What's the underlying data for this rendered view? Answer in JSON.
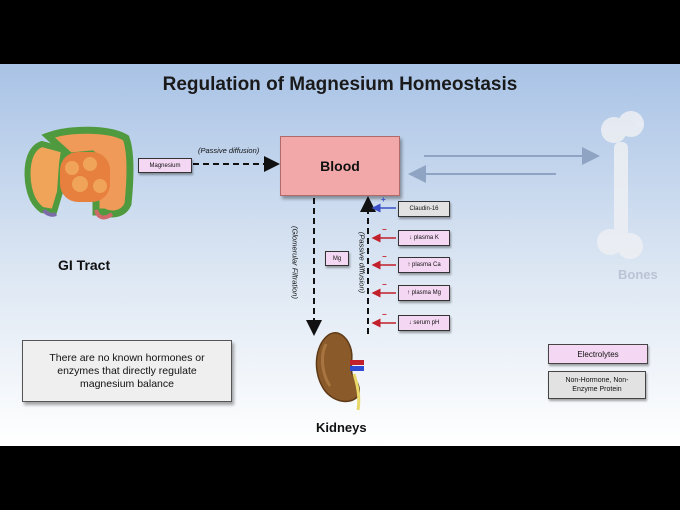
{
  "title": "Regulation of Magnesium Homeostasis",
  "labels": {
    "gi_tract": "GI Tract",
    "kidneys": "Kidneys",
    "bones": "Bones"
  },
  "blood": "Blood",
  "magnesium_box": "Magnesium",
  "passive_diffusion_top": "(Passive diffusion)",
  "glomerular_filtration": "(Glomerular Filtration)",
  "passive_diffusion_side": "(Passive diffusion)",
  "mg_box": "Mg",
  "regulators": [
    {
      "label": "Claudin-16",
      "sign": "+",
      "color": "gray"
    },
    {
      "label": "↓ plasma K",
      "sign": "−",
      "color": "pink"
    },
    {
      "label": "↑ plasma Ca",
      "sign": "−",
      "color": "pink"
    },
    {
      "label": "↑ plasma Mg",
      "sign": "−",
      "color": "pink"
    },
    {
      "label": "↓ serum pH",
      "sign": "−",
      "color": "pink"
    }
  ],
  "note": "There are no known hormones or enzymes that directly regulate magnesium balance",
  "legend": {
    "electrolytes": "Electrolytes",
    "protein": "Non-Hormone, Non-Enzyme Protein"
  },
  "colors": {
    "blood_box": "#f2a8a8",
    "pill": "#f4d7f2",
    "plus": "#3a4fc7",
    "minus": "#c2202a"
  }
}
